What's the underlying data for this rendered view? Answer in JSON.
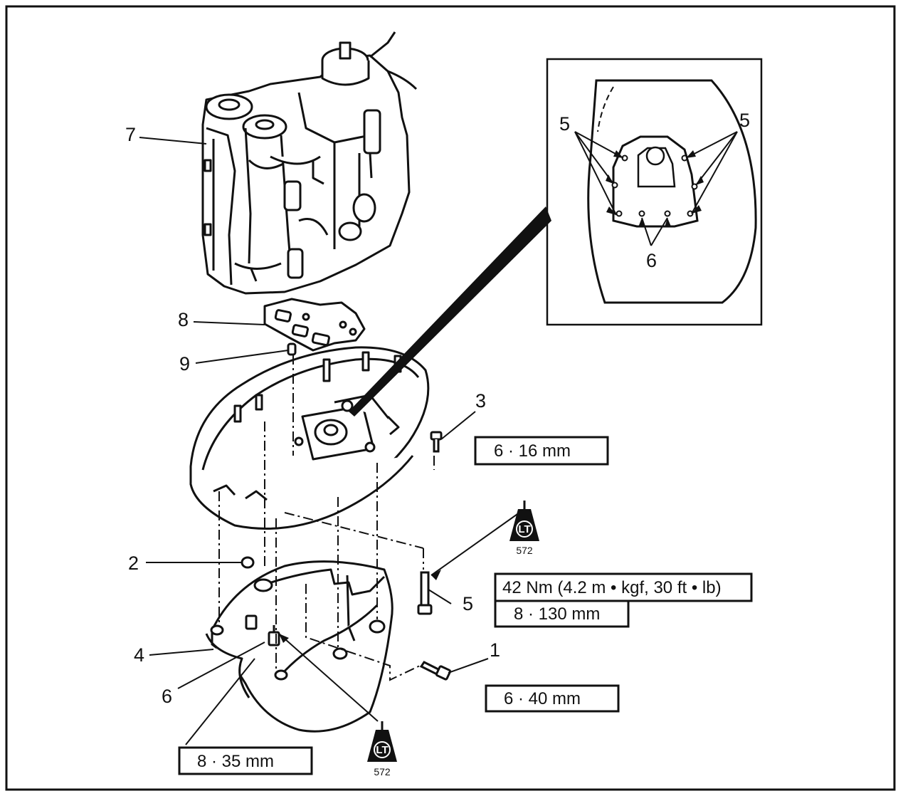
{
  "callouts": {
    "engine": "7",
    "gasket": "8",
    "dowel_pin": "9",
    "bolt_upper": "3",
    "grommet": "2",
    "mount_bolt_long": "5",
    "bottom_cowling": "4",
    "stud_bolt": "6",
    "bolt_front": "1",
    "inset_bolts_left": "5",
    "inset_bolts_right": "5",
    "inset_bolts_bottom": "6"
  },
  "specs": {
    "bolt_upper": "6 ·  16 mm",
    "torque": "42 Nm (4.2 m • kgf, 30 ft • lb)",
    "mount_bolt_long": "8 ·  130 mm",
    "bolt_front": "6 ·  40 mm",
    "stud_bolt": "8 ·  35 mm"
  },
  "lt_badges": {
    "mount_bolt": {
      "label": "LT",
      "code": "572"
    },
    "stud_bolt": {
      "label": "LT",
      "code": "572"
    }
  },
  "colors": {
    "ink": "#111111",
    "paper": "#ffffff"
  }
}
